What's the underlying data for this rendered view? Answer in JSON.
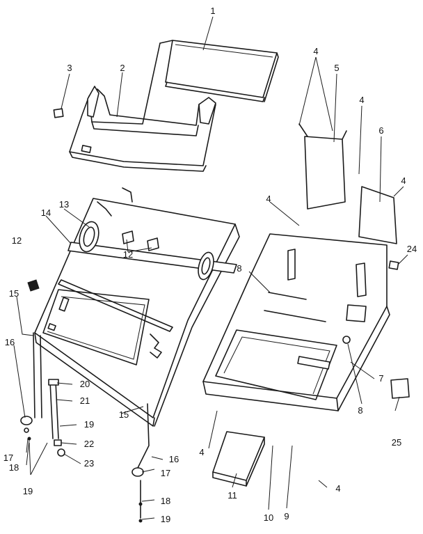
{
  "callouts": [
    {
      "label": "1"
    },
    {
      "label": "2"
    },
    {
      "label": "3"
    },
    {
      "label": "4"
    },
    {
      "label": "5"
    },
    {
      "label": "4"
    },
    {
      "label": "6"
    },
    {
      "label": "4"
    },
    {
      "label": "4"
    },
    {
      "label": "24"
    },
    {
      "label": "13"
    },
    {
      "label": "14"
    },
    {
      "label": "12"
    },
    {
      "label": "12"
    },
    {
      "label": "15"
    },
    {
      "label": "16"
    },
    {
      "label": "8"
    },
    {
      "label": "7"
    },
    {
      "label": "8"
    },
    {
      "label": "25"
    },
    {
      "label": "20"
    },
    {
      "label": "21"
    },
    {
      "label": "19"
    },
    {
      "label": "22"
    },
    {
      "label": "23"
    },
    {
      "label": "15"
    },
    {
      "label": "17"
    },
    {
      "label": "18"
    },
    {
      "label": "19"
    },
    {
      "label": "16"
    },
    {
      "label": "17"
    },
    {
      "label": "18"
    },
    {
      "label": "19"
    },
    {
      "label": "4"
    },
    {
      "label": "11"
    },
    {
      "label": "10"
    },
    {
      "label": "9"
    },
    {
      "label": "4"
    }
  ]
}
